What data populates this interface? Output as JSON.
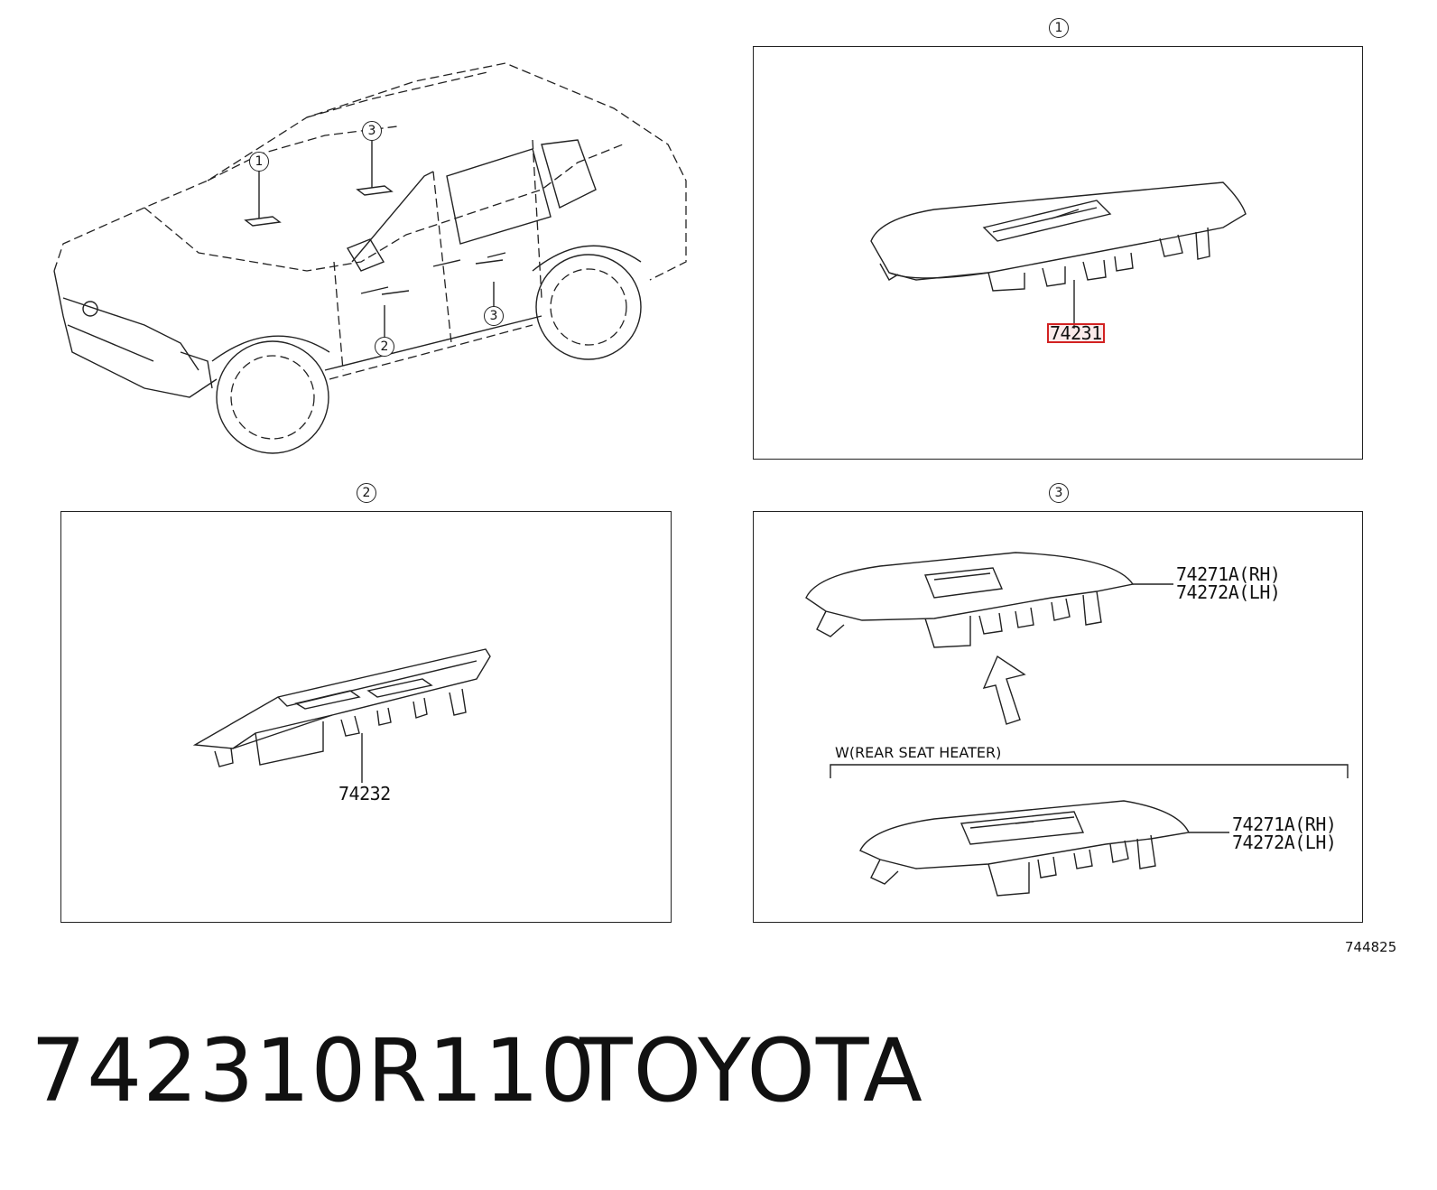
{
  "callouts": {
    "c1": "1",
    "c2": "2",
    "c3": "3"
  },
  "panel1": {
    "part": "74231"
  },
  "panel2": {
    "part": "74232"
  },
  "panel3": {
    "upper_rh": "74271A(RH)",
    "upper_lh": "74272A(LH)",
    "condition": "W(REAR SEAT HEATER)",
    "lower_rh": "74271A(RH)",
    "lower_lh": "74272A(LH)"
  },
  "diagram_ref": "744825",
  "footer": {
    "part_number": "742310R110",
    "brand": "TOYOTA"
  },
  "colors": {
    "highlight": "#d22222"
  }
}
